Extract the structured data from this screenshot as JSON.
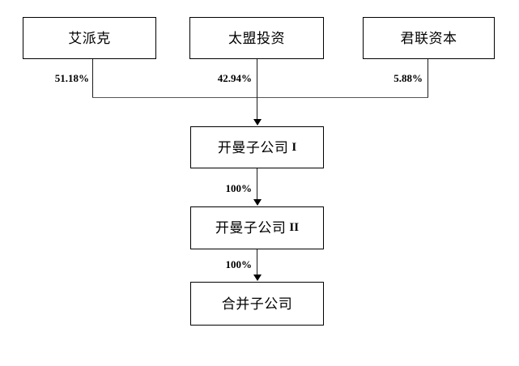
{
  "diagram": {
    "title": "",
    "background_color": "#ffffff",
    "line_color": "#1a1a1a",
    "text_color": "#000000",
    "shareholders": [
      {
        "id": "aipake",
        "label": "艾派克",
        "percent": "51.18%"
      },
      {
        "id": "taimeng",
        "label": "太盟投资",
        "percent": "42.94%"
      },
      {
        "id": "junlian",
        "label": "君联资本",
        "percent": "5.88%"
      }
    ],
    "subsidiaries": [
      {
        "id": "cayman-1",
        "label": "开曼子公司",
        "numeral": "I",
        "percent_in": ""
      },
      {
        "id": "cayman-2",
        "label": "开曼子公司",
        "numeral": "II",
        "percent_in": "100%"
      },
      {
        "id": "merged",
        "label": "合并子公司",
        "numeral": "",
        "percent_in": "100%"
      }
    ]
  }
}
